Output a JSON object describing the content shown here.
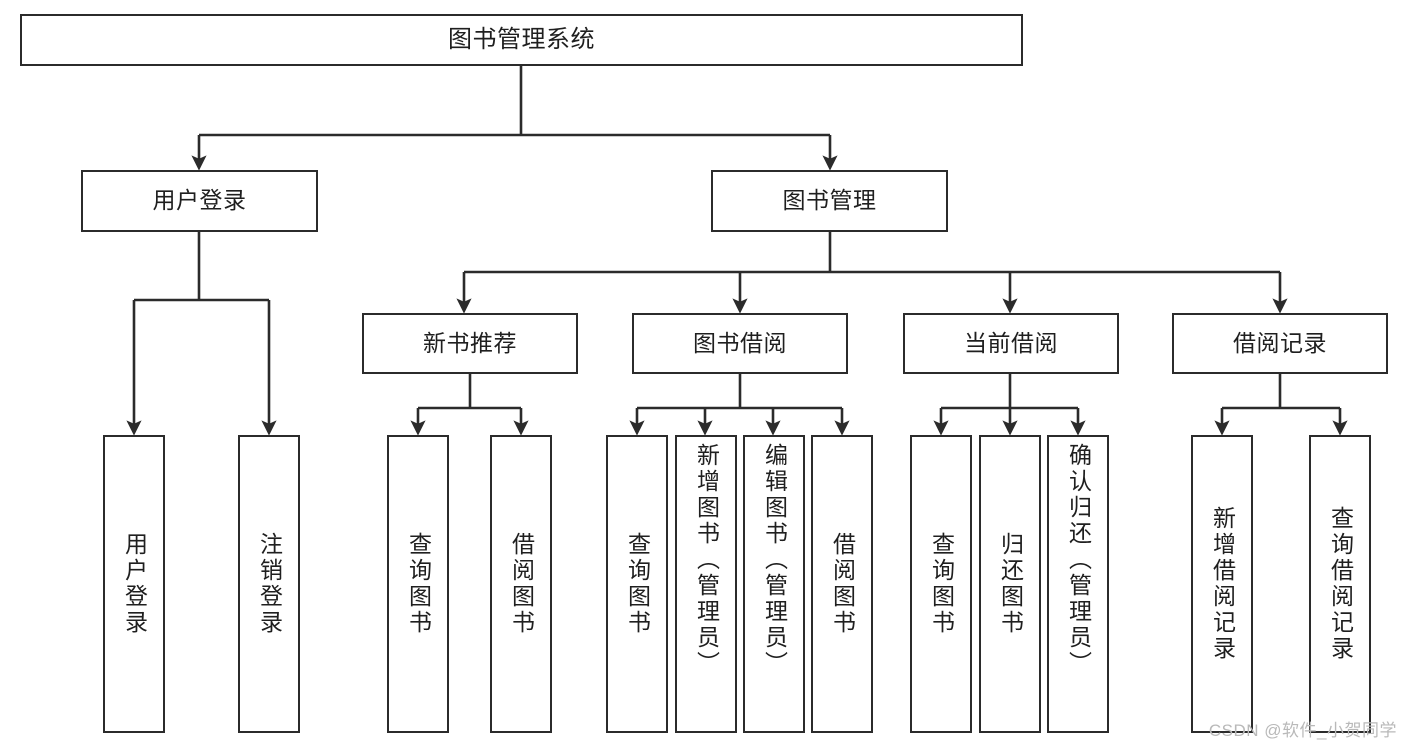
{
  "diagram": {
    "title_text": "图书管理系统",
    "type": "tree-hierarchy-diagram",
    "line_color": "#2b2b2b",
    "box_fill": "#ffffff",
    "text_color": "#1f1f1f",
    "root": {
      "label": "图书管理系统"
    },
    "level2": [
      {
        "label": "用户登录"
      },
      {
        "label": "图书管理"
      }
    ],
    "level3": [
      {
        "label": "新书推荐"
      },
      {
        "label": "图书借阅"
      },
      {
        "label": "当前借阅"
      },
      {
        "label": "借阅记录"
      }
    ],
    "leaves": {
      "user_login": [
        {
          "label": "用户登录"
        },
        {
          "label": "注销登录"
        }
      ],
      "new_book_recommend": [
        {
          "label": "查询图书"
        },
        {
          "label": "借阅图书"
        }
      ],
      "book_borrow": [
        {
          "label": "查询图书"
        },
        {
          "label": "新增图书（管理员）"
        },
        {
          "label": "编辑图书（管理员）"
        },
        {
          "label": "借阅图书"
        }
      ],
      "current_borrow": [
        {
          "label": "查询图书"
        },
        {
          "label": "归还图书"
        },
        {
          "label": "确认归还（管理员）"
        }
      ],
      "borrow_record": [
        {
          "label": "新增借阅记录"
        },
        {
          "label": "查询借阅记录"
        }
      ]
    }
  },
  "watermark": {
    "text": "CSDN @软件_小贺同学",
    "color": "#b9b9b9"
  }
}
